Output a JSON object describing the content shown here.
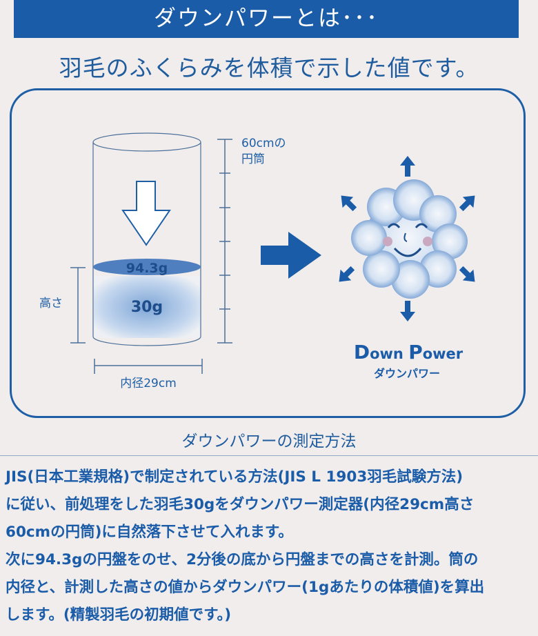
{
  "header": {
    "title": "ダウンパワーとは･･･"
  },
  "subtitle": "羽毛のふくらみを体積で示した値です。",
  "diagram": {
    "cylinder_label": "60cmの",
    "cylinder_label2": "円筒",
    "disc_weight": "94.3g",
    "down_weight": "30g",
    "height_label": "高さ",
    "diameter_label": "内径29cm",
    "result_title": "Down Power",
    "result_title_d": "D",
    "result_title_own": "own ",
    "result_title_p": "P",
    "result_title_ower": "ower",
    "result_subtitle": "ダウンパワー"
  },
  "method": {
    "title": "ダウンパワーの測定方法",
    "lines": [
      "JIS(日本工業規格)で制定されている方法(JIS L 1903羽毛試験方法)",
      "に従い、前処理をした羽毛30gをダウンパワー測定器(内径29cm高さ",
      "60cmの円筒)に自然落下させて入れます。",
      "次に94.3gの円盤をのせ、2分後の底から円盤までの高さを計測。筒の",
      "内径と、計測した高さの値からダウンパワー(1gあたりの体積値)を算出",
      "します。(精製羽毛の初期値です。)"
    ]
  },
  "colors": {
    "primary": "#1b5ca8",
    "background": "#f1eded",
    "down": "#8fb2dc"
  }
}
